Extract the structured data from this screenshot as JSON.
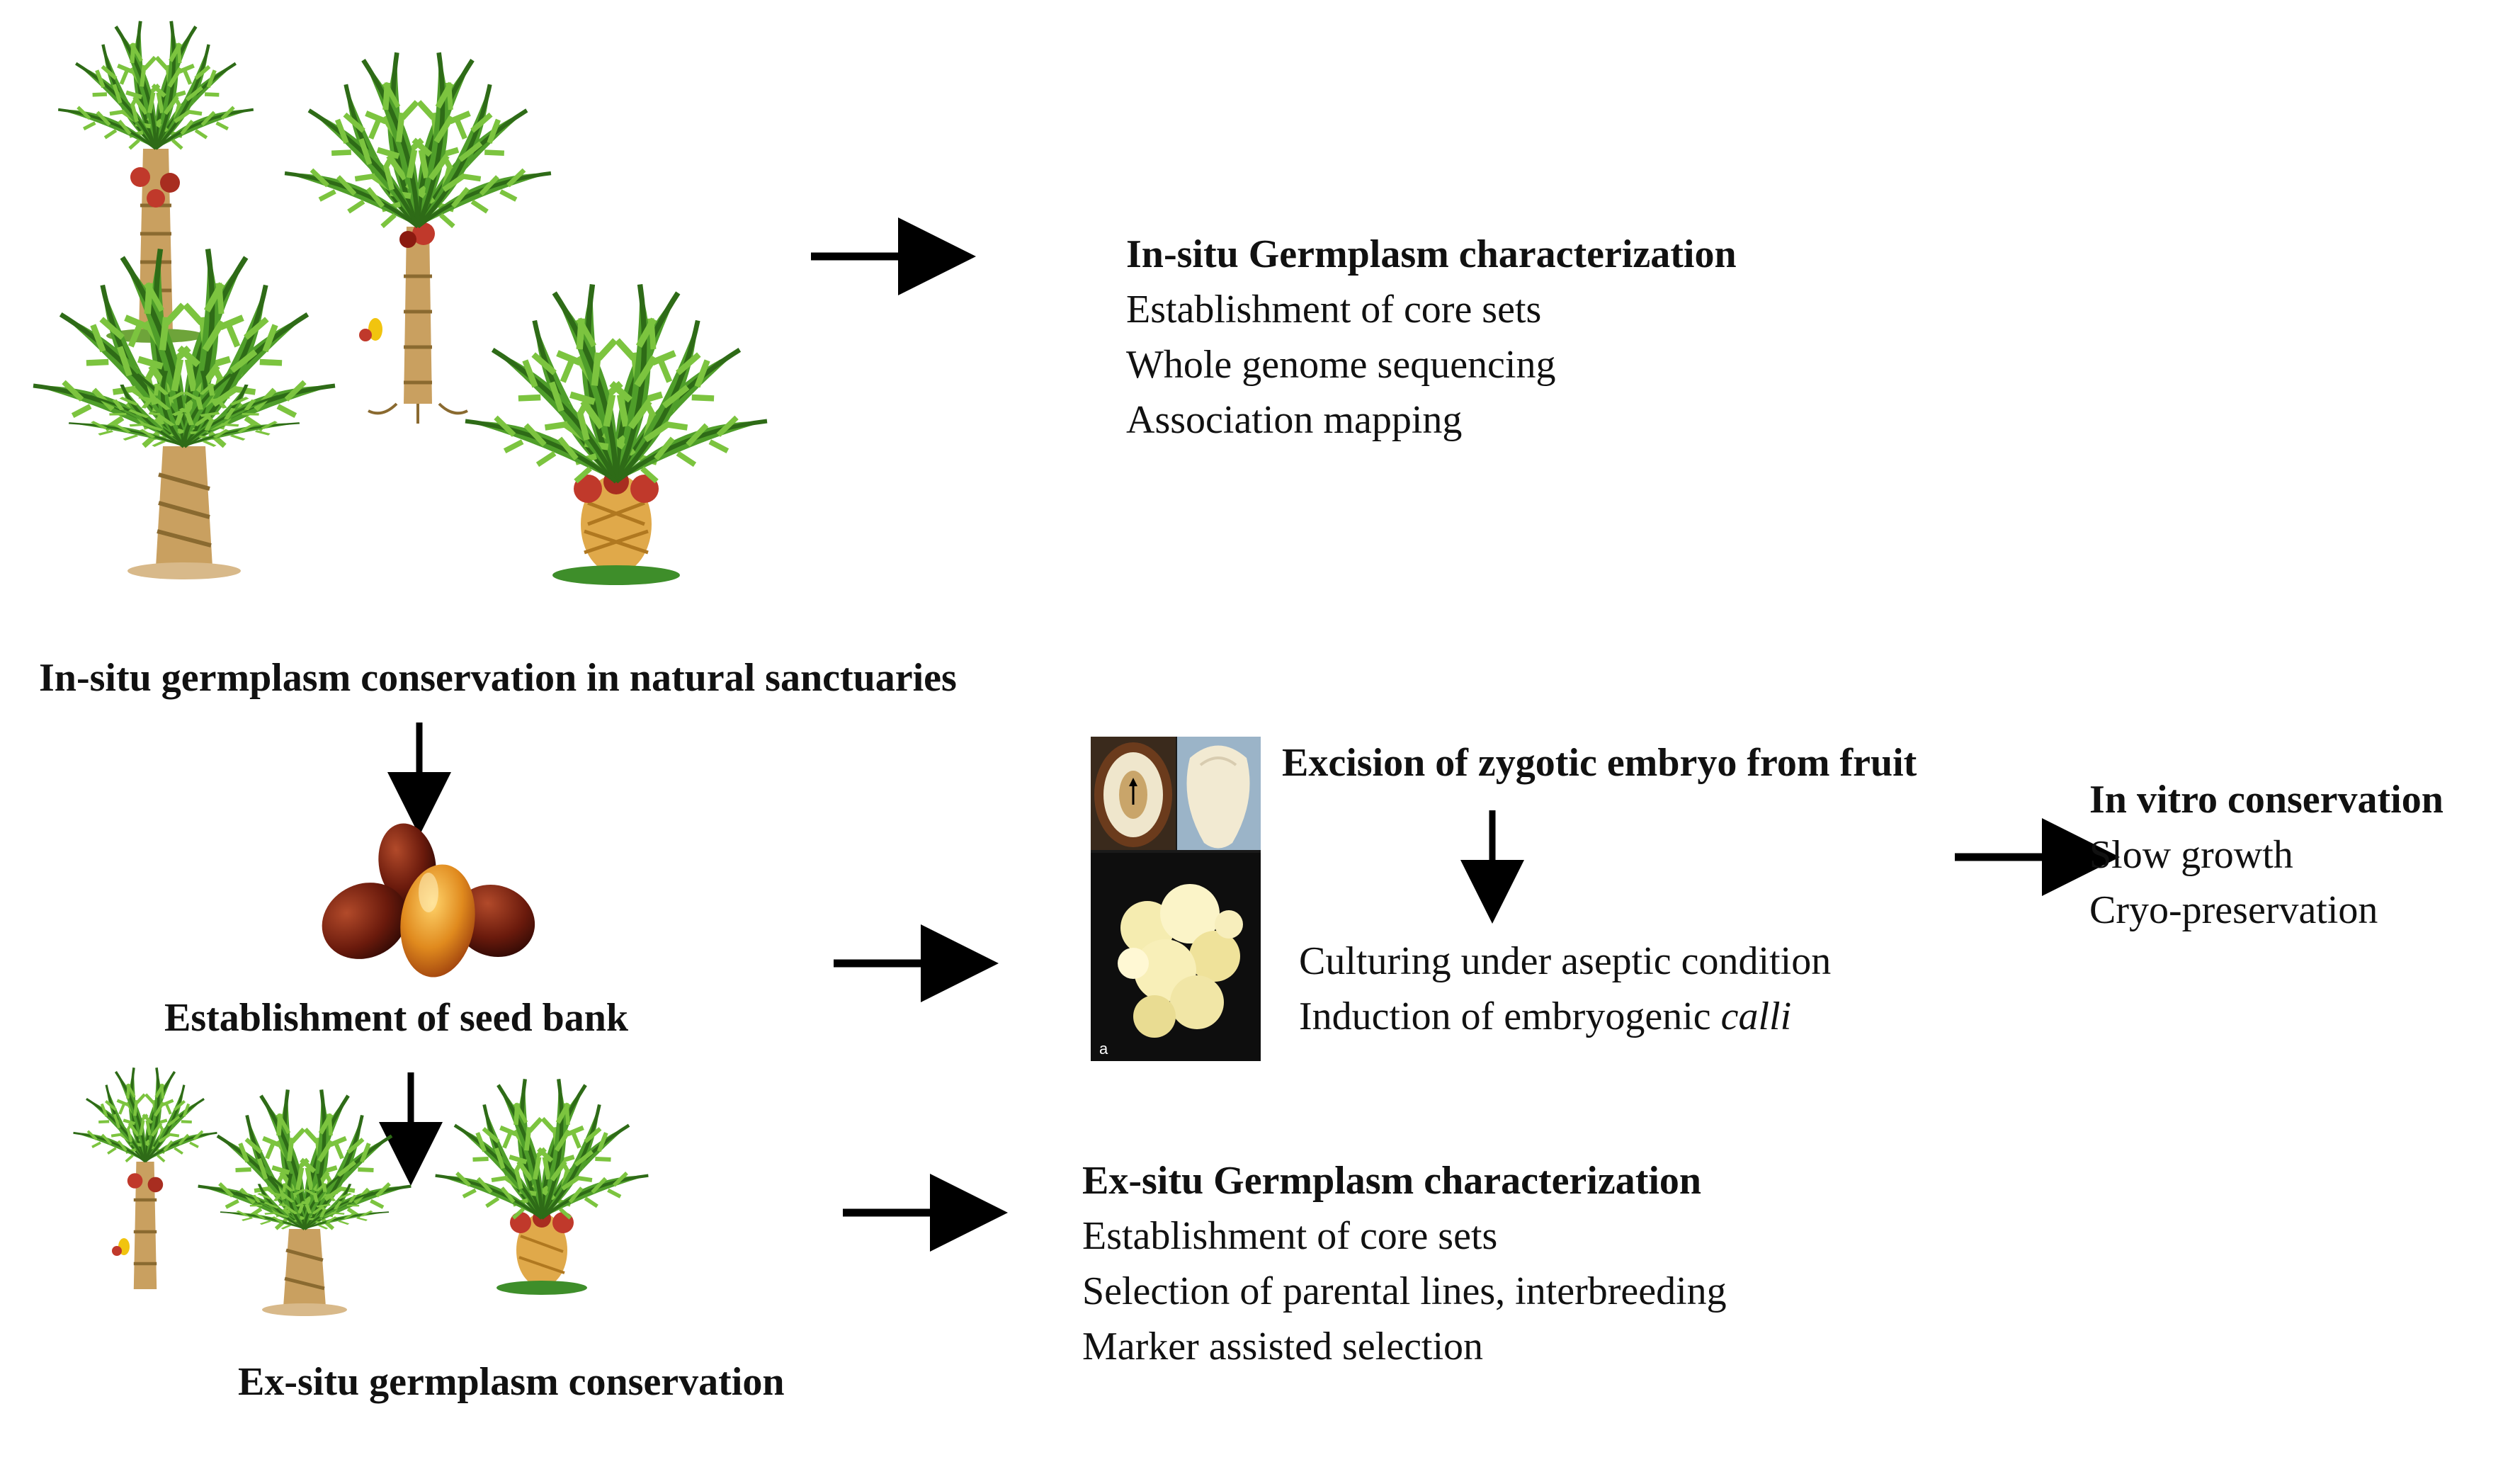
{
  "colors": {
    "arrow": "#000000",
    "frond_light": "#7cbf3a",
    "frond_dark": "#2e7d1a",
    "trunk": "#c9a060",
    "fruit_red": "#c0392b",
    "seed_dark": "#5a1a0d",
    "seed_orange": "#e08a1e"
  },
  "insitu_char": {
    "title": "In-situ Germplasm characterization",
    "items": [
      "Establishment of core sets",
      "Whole genome sequencing",
      "Association mapping"
    ]
  },
  "insitu_conservation": {
    "label": "In-situ germplasm conservation in natural sanctuaries"
  },
  "seed_bank": {
    "label": "Establishment of seed bank"
  },
  "excision": {
    "title": "Excision of zygotic embryo from fruit"
  },
  "culture": {
    "line1": "Culturing under aseptic condition",
    "line2_prefix": "Induction of embryogenic ",
    "line2_italic": "calli"
  },
  "invitro": {
    "title": "In vitro conservation",
    "items": [
      "Slow growth",
      "Cryo-preservation"
    ]
  },
  "exsitu_char": {
    "title": "Ex-situ Germplasm characterization",
    "items": [
      "Establishment of core sets",
      "Selection of parental lines, interbreeding",
      "Marker assisted selection"
    ]
  },
  "exsitu_conservation": {
    "label": "Ex-situ germplasm conservation"
  },
  "photo_callus": {
    "label": "a"
  },
  "icons": {
    "palm": "oil-palm-tree-icon",
    "seeds": "oil-palm-fruit-icon",
    "embryo_photo": "zygotic-embryo-photo",
    "callus_photo": "embryogenic-callus-photo"
  }
}
